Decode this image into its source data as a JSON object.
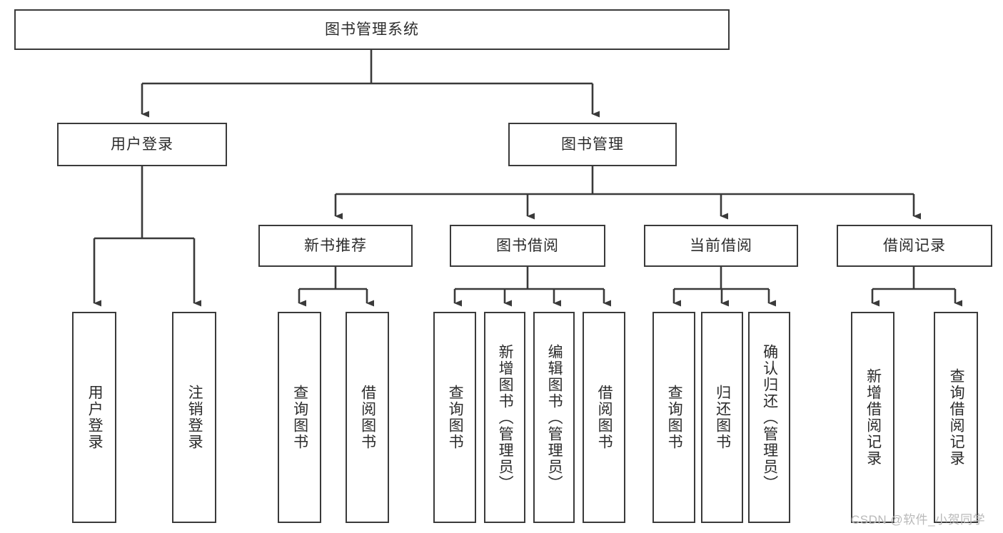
{
  "diagram": {
    "title": "图书管理系统",
    "type": "hierarchy-tree",
    "root": {
      "label": "图书管理系统"
    },
    "tier1": [
      {
        "label": "用户登录"
      },
      {
        "label": "图书管理"
      }
    ],
    "tier2": [
      {
        "label": "新书推荐"
      },
      {
        "label": "图书借阅"
      },
      {
        "label": "当前借阅"
      },
      {
        "label": "借阅记录"
      }
    ],
    "leaves": [
      {
        "label": "用户登录",
        "parent": "用户登录"
      },
      {
        "label": "注销登录",
        "parent": "用户登录"
      },
      {
        "label": "查询图书",
        "parent": "新书推荐"
      },
      {
        "label": "借阅图书",
        "parent": "新书推荐"
      },
      {
        "label": "查询图书",
        "parent": "图书借阅"
      },
      {
        "label": "新增图书（管理员）",
        "parent": "图书借阅"
      },
      {
        "label": "编辑图书（管理员）",
        "parent": "图书借阅"
      },
      {
        "label": "借阅图书",
        "parent": "图书借阅"
      },
      {
        "label": "查询图书",
        "parent": "当前借阅"
      },
      {
        "label": "归还图书",
        "parent": "当前借阅"
      },
      {
        "label": "确认归还（管理员）",
        "parent": "当前借阅"
      },
      {
        "label": "新增借阅记录",
        "parent": "借阅记录"
      },
      {
        "label": "查询借阅记录",
        "parent": "借阅记录"
      }
    ],
    "colors": {
      "stroke": "#3a3a3a",
      "fill": "#ffffff",
      "text": "#2b2b2b",
      "watermark": "#b9b9b9"
    }
  },
  "watermark": {
    "text": "CSDN @软件_小贺同学"
  }
}
